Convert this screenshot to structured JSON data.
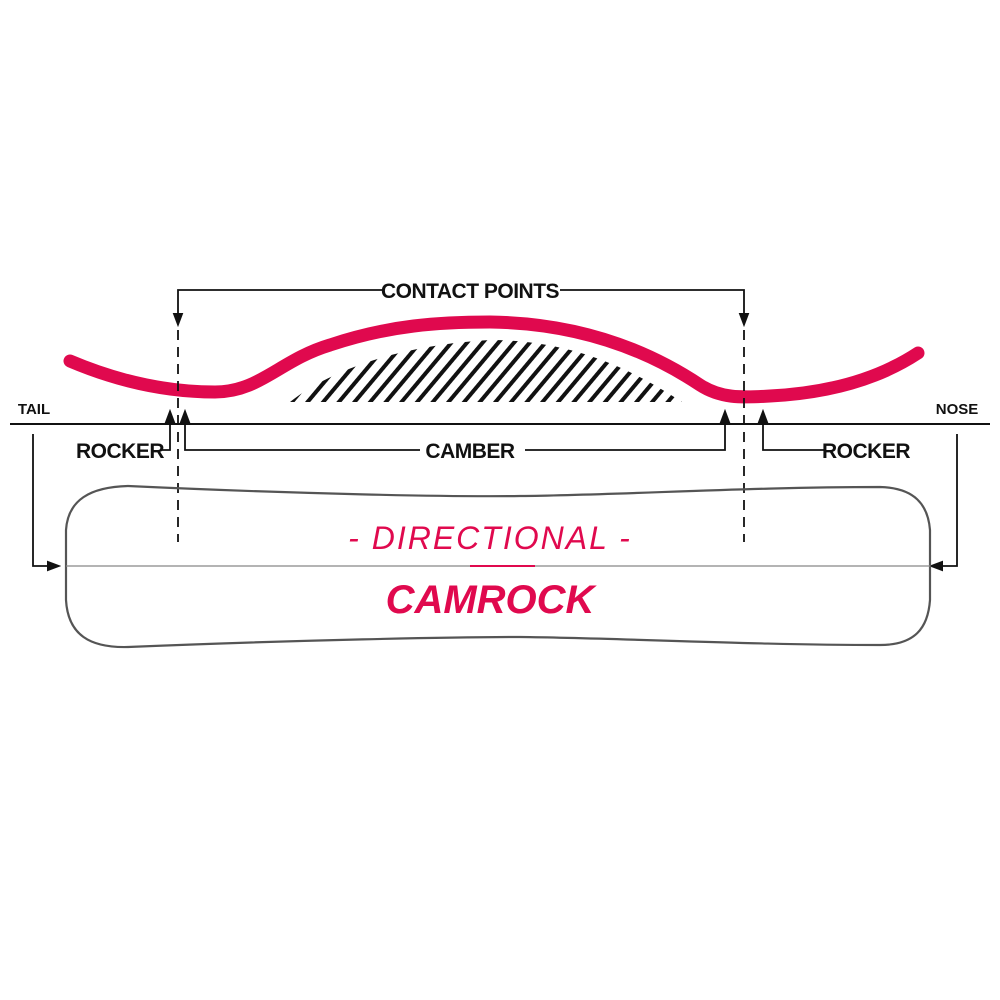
{
  "labels": {
    "contact_points": "CONTACT POINTS",
    "tail": "TAIL",
    "nose": "NOSE",
    "rocker_left": "ROCKER",
    "camber": "CAMBER",
    "rocker_right": "ROCKER"
  },
  "board": {
    "shape": "- DIRECTIONAL -",
    "profile": "CAMROCK"
  },
  "colors": {
    "accent": "#e0094e",
    "line": "#111111",
    "outline": "#555555"
  }
}
